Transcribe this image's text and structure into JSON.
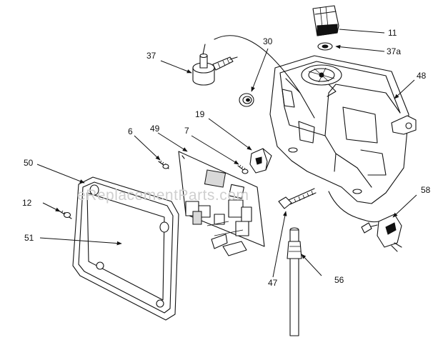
{
  "watermark": "eReplacementParts.com",
  "part_labels": {
    "p6": "6",
    "p7": "7",
    "p11": "11",
    "p12": "12",
    "p19": "19",
    "p30": "30",
    "p37": "37",
    "p37a": "37a",
    "p47": "47",
    "p48": "48",
    "p49": "49",
    "p50": "50",
    "p51": "51",
    "p56": "56",
    "p58": "58"
  }
}
